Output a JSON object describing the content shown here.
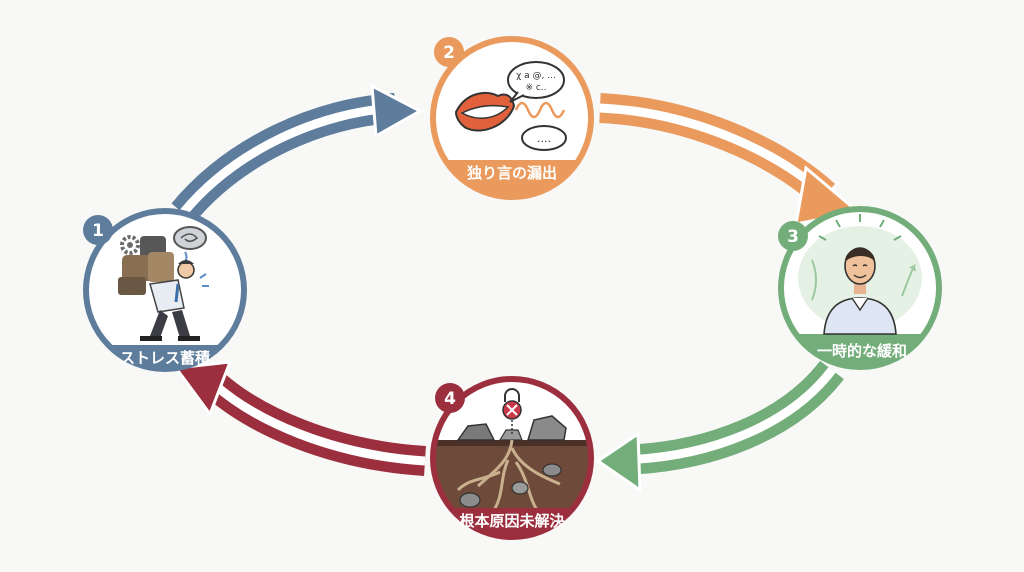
{
  "colors": {
    "blue": "#5e7d9c",
    "orange": "#ea9a5c",
    "green": "#72ad7a",
    "red": "#9c2f3d",
    "background": "#f8f8f7"
  },
  "stages": [
    {
      "number": "1",
      "label": "ストレス蓄積",
      "icon": "burdened-person-icon"
    },
    {
      "number": "2",
      "label": "独り言の漏出",
      "icon": "mouth-speech-icon"
    },
    {
      "number": "3",
      "label": "一時的な緩和",
      "icon": "relieved-person-icon"
    },
    {
      "number": "4",
      "label": "根本原因未解決",
      "icon": "roots-under-ground-icon"
    }
  ],
  "speech_bubble": {
    "symbols": "χ a @, ...",
    "symbols2": "※ c..",
    "dots": "...."
  }
}
